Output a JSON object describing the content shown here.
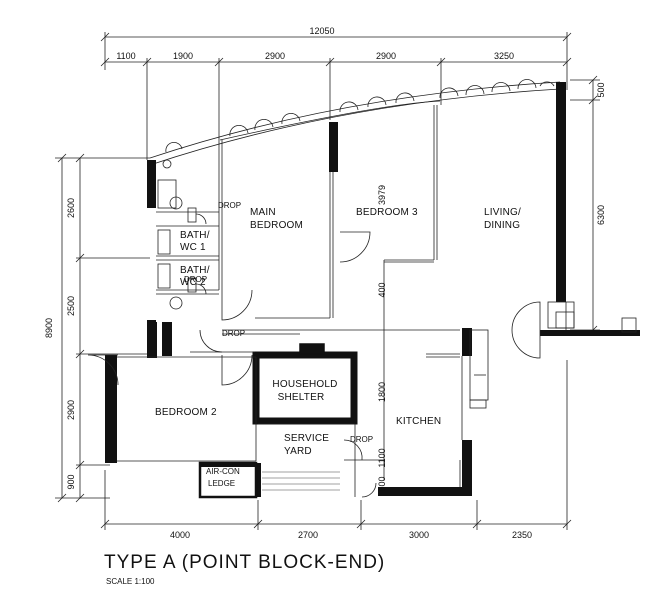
{
  "plan": {
    "overall_width": "12050",
    "overall_height": "8900",
    "top_segments": [
      "1100",
      "1900",
      "2900",
      "2900",
      "3250"
    ],
    "bottom_segments": [
      "4000",
      "2700",
      "3000",
      "2350"
    ],
    "left_segments": [
      "2600",
      "2500",
      "2900",
      "900"
    ],
    "right_segments": [
      "500",
      "6300"
    ],
    "inner_dims": [
      "3979",
      "400",
      "1800",
      "1100",
      "600"
    ],
    "rooms": {
      "main_bedroom_1": "MAIN",
      "main_bedroom_2": "BEDROOM",
      "bedroom3": "BEDROOM  3",
      "living_1": "LIVING/",
      "living_2": "DINING",
      "bath1_1": "BATH/",
      "bath1_2": "WC  1",
      "bath2_1": "BATH/",
      "bath2_2": "WC  2",
      "household_1": "HOUSEHOLD",
      "household_2": "SHELTER",
      "bedroom2": "BEDROOM  2",
      "kitchen": "KITCHEN",
      "service_1": "SERVICE",
      "service_2": "YARD",
      "aircon_1": "AIR-CON",
      "aircon_2": "LEDGE"
    },
    "drop_label": "DROP",
    "title": "TYPE  A  (POINT  BLOCK-END)",
    "scale": "SCALE   1:100"
  }
}
